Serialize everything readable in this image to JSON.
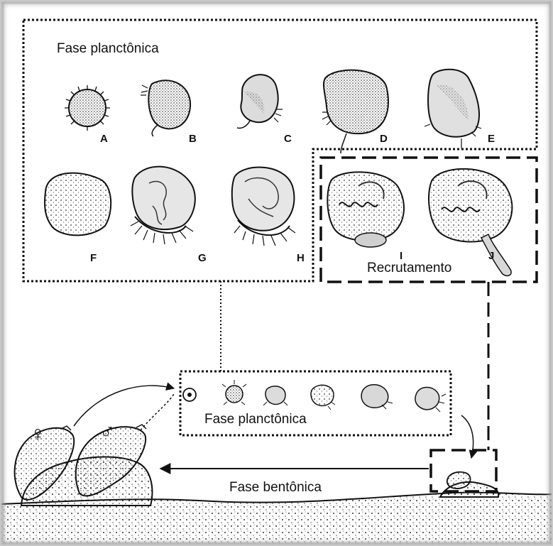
{
  "labels": {
    "planktonic_top": "Fase planctônica",
    "recruitment": "Recrutamento",
    "planktonic_mid": "Fase planctônica",
    "benthic": "Fase bentônica",
    "female_symbol": "♀",
    "male_symbol": "♂"
  },
  "stages": {
    "A": "A",
    "B": "B",
    "C": "C",
    "D": "D",
    "E": "E",
    "F": "F",
    "G": "G",
    "H": "H",
    "I": "I",
    "J": "J"
  },
  "colors": {
    "line": "#111111",
    "fill": "#e9e9e9",
    "stipple": "#555555",
    "background": "#ffffff"
  }
}
